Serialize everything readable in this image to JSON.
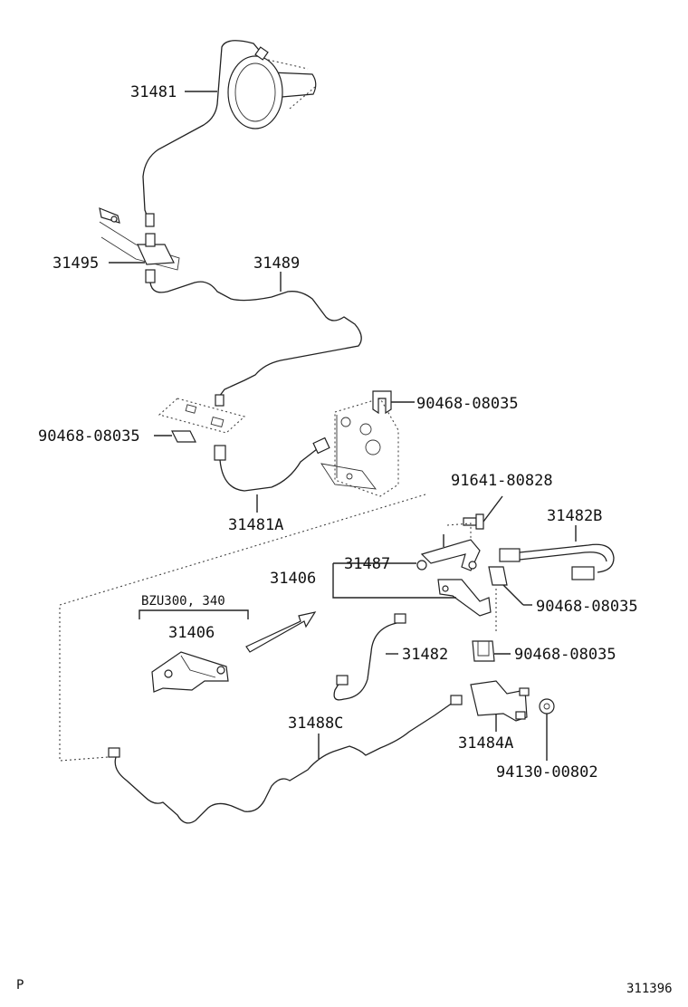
{
  "labels": {
    "p31481": "31481",
    "p31495": "31495",
    "p31489": "31489",
    "clip_top_right": "90468-08035",
    "clip_left": "90468-08035",
    "p31481a": "31481A",
    "bolt": "91641-80828",
    "p31482b": "31482B",
    "p31487": "31487",
    "p31406_main": "31406",
    "clip_mid_right": "90468-08035",
    "variant_models": "BZU300, 340",
    "p31406_variant": "31406",
    "p31482": "31482",
    "clip_lower_right": "90468-08035",
    "p31488c": "31488C",
    "p31484a": "31484A",
    "nut": "94130-00802"
  },
  "footer": {
    "left_mark": "P",
    "figure_number": "311396"
  }
}
